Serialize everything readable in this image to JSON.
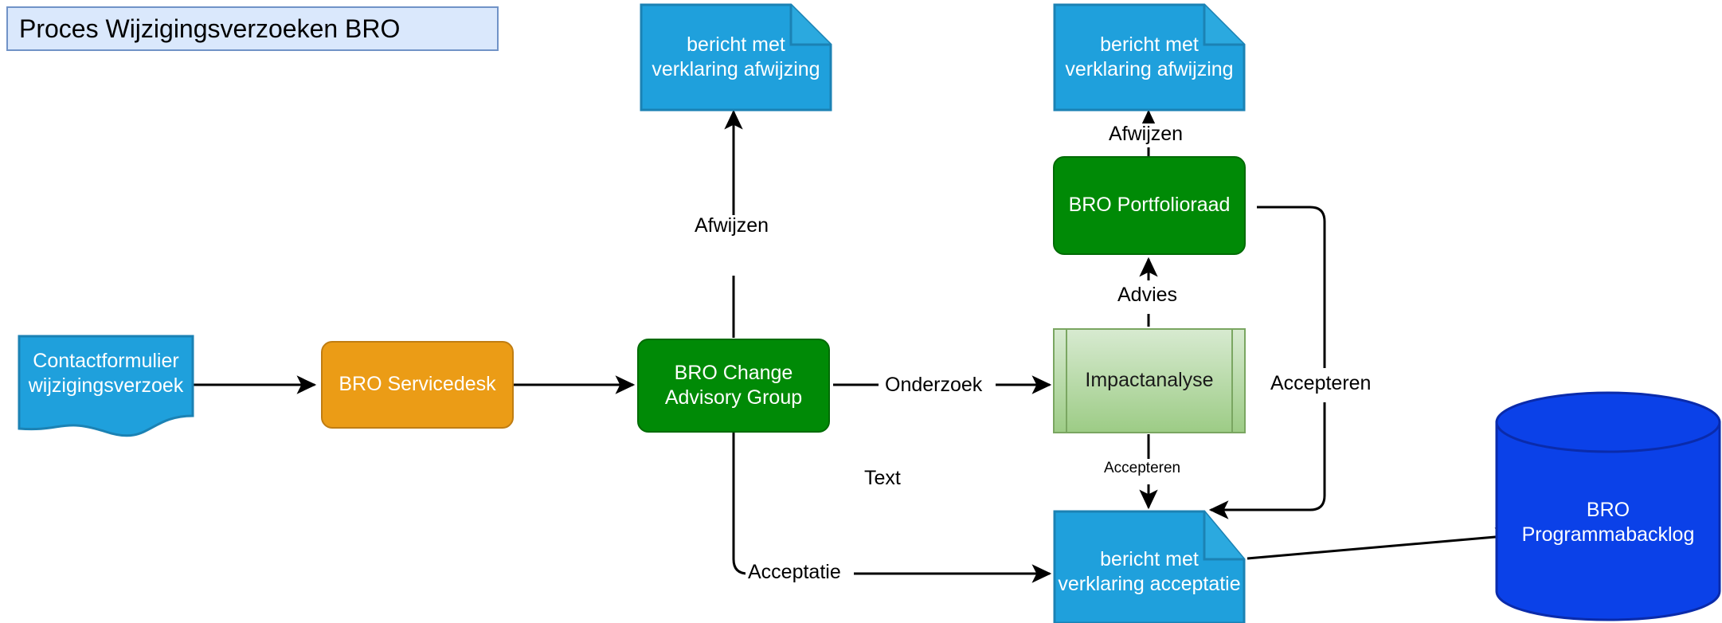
{
  "diagram": {
    "title": "Proces Wijzigingsverzoeken BRO",
    "nodes": {
      "contactformulier": "Contactformulier\nwijzigingsverzoek",
      "servicedesk": "BRO Servicedesk",
      "cab": "BRO Change\nAdvisory Group",
      "impactanalyse": "Impactanalyse",
      "portfolioraad": "BRO Portfolioraad",
      "afwijzing_links": "bericht met\nverklaring afwijzing",
      "afwijzing_rechts": "bericht met\nverklaring afwijzing",
      "acceptatie_bericht": "bericht met\nverklaring acceptatie",
      "programmabacklog": "BRO\nProgrammabacklog"
    },
    "edge_labels": {
      "afwijzen_cab": "Afwijzen",
      "afwijzen_portfolioraad": "Afwijzen",
      "onderzoek": "Onderzoek",
      "advies": "Advies",
      "accepteren_impact": "Accepteren",
      "accepteren_portfolioraad": "Accepteren",
      "acceptatie": "Acceptatie",
      "text": "Text"
    },
    "colors": {
      "title_fill": "#dae8fc",
      "title_stroke": "#7193c7",
      "blue_note": "#1fa0dc",
      "blue_note_stroke": "#1b82b4",
      "orange": "#eb9c16",
      "orange_stroke": "#c07d12",
      "green": "#008a06",
      "green_stroke": "#006b05",
      "light_green_top": "#d7ead0",
      "light_green_bottom": "#9dcc86",
      "light_green_stroke": "#7aa661",
      "database_blue": "#0b41e8",
      "database_stroke": "#0a2bab",
      "edge": "#000000",
      "text_light": "#ffffff",
      "text_dark": "#000000"
    }
  }
}
